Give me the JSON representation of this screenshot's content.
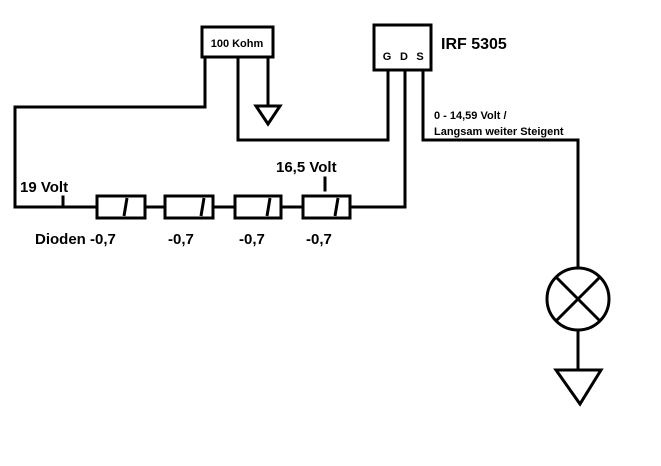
{
  "resistor": {
    "label": "100 Kohm"
  },
  "mosfet": {
    "name": "IRF 5305",
    "pins": [
      "G",
      "D",
      "S"
    ]
  },
  "output_note": {
    "line1": "0 - 14,59 Volt /",
    "line2": "Langsam weiter Steigent"
  },
  "voltages": {
    "input": "19 Volt",
    "after_diodes": "16,5 Volt"
  },
  "diode_drops": [
    "Dioden -0,7",
    "-0,7",
    "-0,7",
    "-0,7"
  ],
  "colors": {
    "ink": "#000000",
    "background": "#ffffff"
  },
  "icons": {
    "lamp": "lamp-icon",
    "ground": "ground-icon"
  }
}
